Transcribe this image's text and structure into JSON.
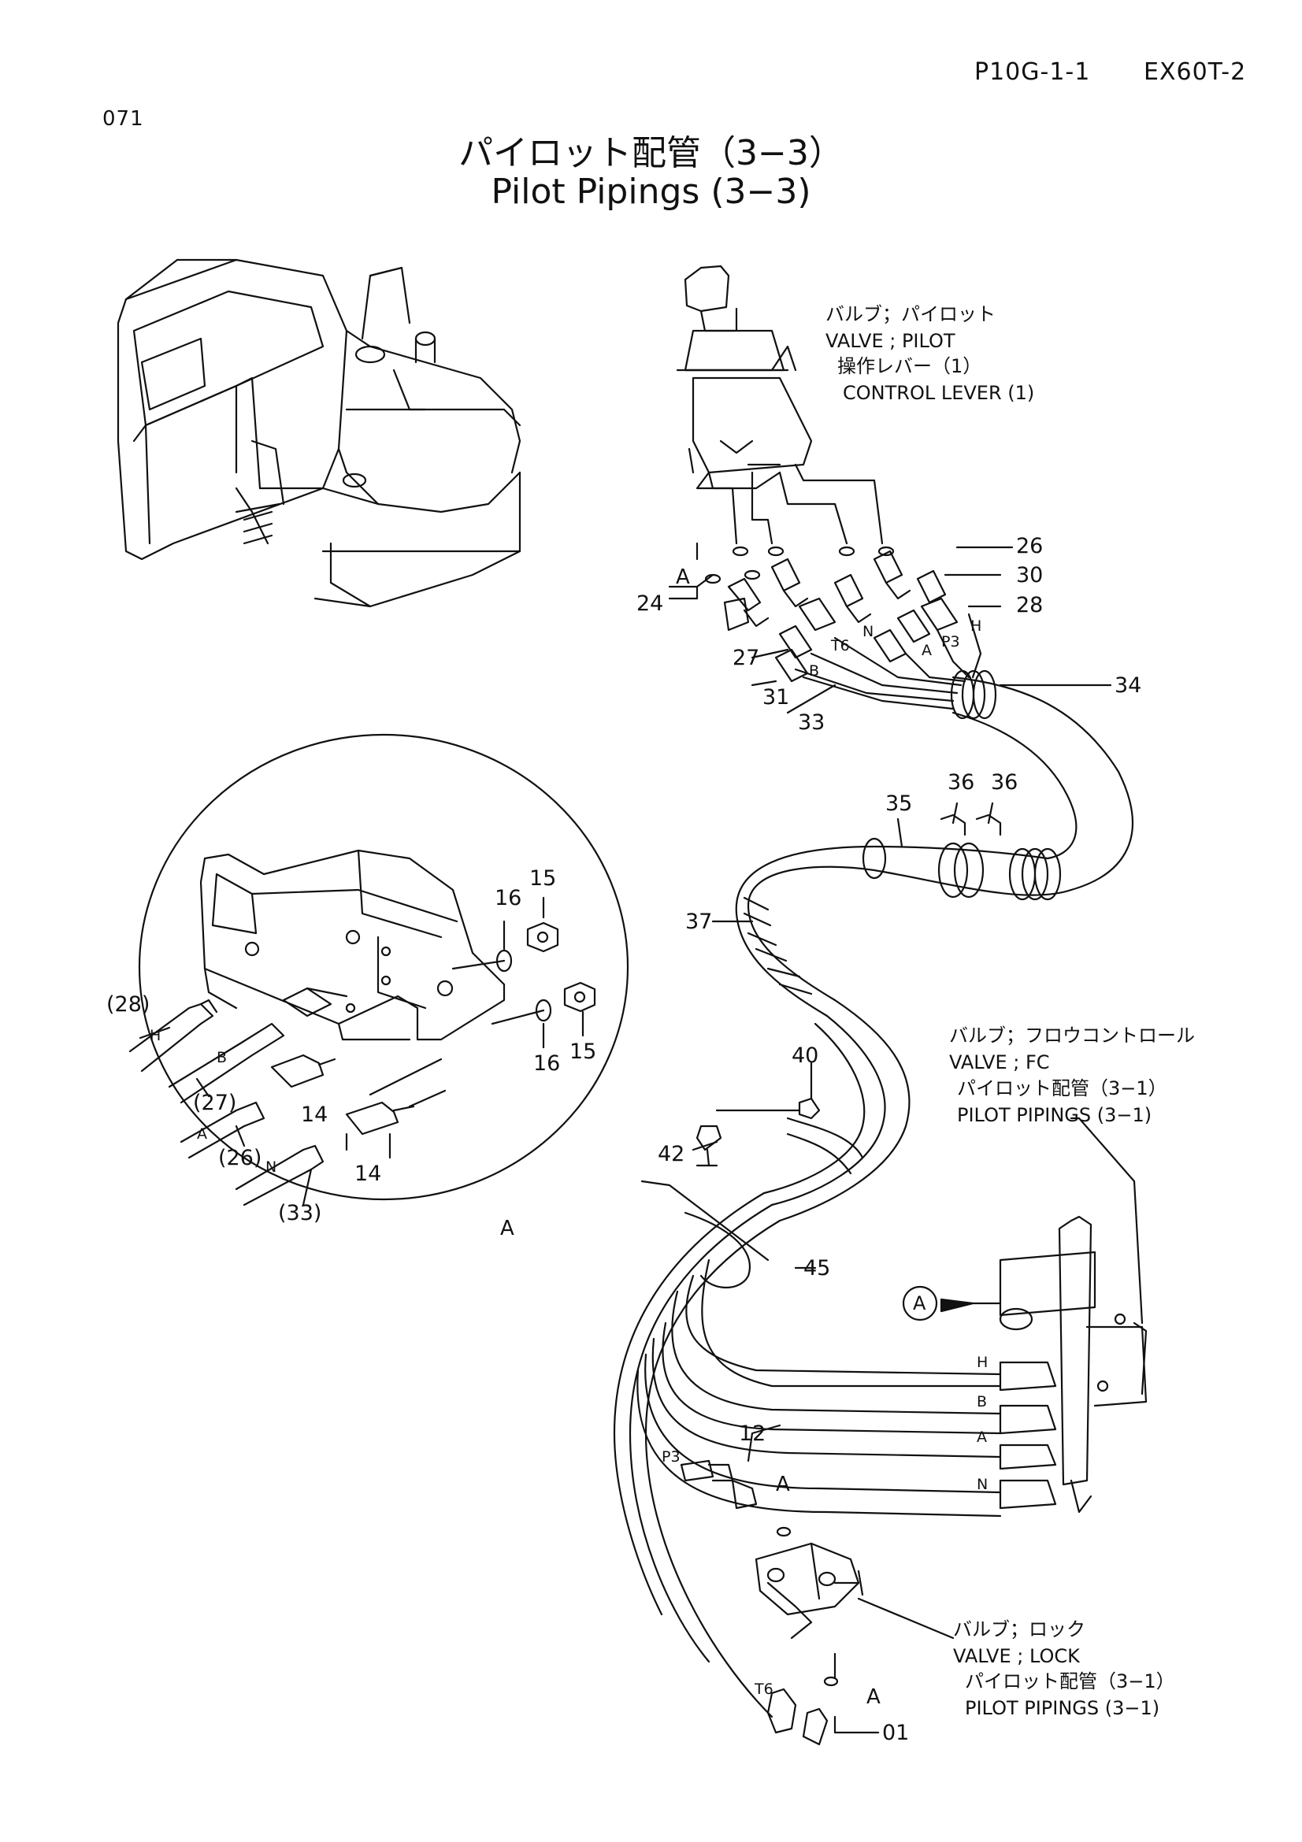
{
  "header": {
    "page_ref": "P10G-1-1",
    "model": "EX60T-2",
    "page_no": "071"
  },
  "title": {
    "japanese": "パイロット配管（3−3）",
    "english": "Pilot Pipings (3−3)"
  },
  "callouts": {
    "pilot_valve": [
      "バルブ；パイロット",
      "VALVE ; PILOT",
      "操作レバー（1）",
      "CONTROL LEVER (1)"
    ],
    "fc_valve": [
      "バルブ；フロウコントロール",
      "VALVE ; FC",
      "パイロット配管（3−1）",
      "PILOT PIPINGS (3−1)"
    ],
    "lock_valve": [
      "バルブ；ロック",
      "VALVE ; LOCK",
      "パイロット配管（3−1）",
      "PILOT PIPINGS (3−1)"
    ]
  },
  "part_numbers": {
    "p26": "26",
    "p30": "30",
    "p28": "28",
    "p24": "24",
    "p27": "27",
    "p31": "31",
    "p33": "33",
    "p34": "34",
    "p35": "35",
    "p36a": "36",
    "p36b": "36",
    "p37": "37",
    "p40": "40",
    "p42": "42",
    "p45": "45",
    "p12": "12",
    "p01": "01",
    "d16a": "16",
    "d15a": "15",
    "d16b": "16",
    "d15b": "15",
    "d14a": "14",
    "d14b": "14",
    "d28": "(28)",
    "d27": "(27)",
    "d26": "(26)",
    "d33": "(33)"
  },
  "hose_letters": {
    "A_top": "A",
    "T6_top": "T6",
    "N_top": "N",
    "A_mid": "A",
    "P3_top": "P3",
    "H_top": "H",
    "B_top": "B",
    "H_fc": "H",
    "B_fc": "B",
    "A_fc": "A",
    "N_fc": "N",
    "P3_low": "P3",
    "A_low1": "A",
    "T6_low": "T6",
    "A_low2": "A",
    "H_det": "H",
    "B_det": "B",
    "A_det": "A",
    "N_det": "N",
    "detail_ref": "A",
    "view_ref": "A"
  }
}
